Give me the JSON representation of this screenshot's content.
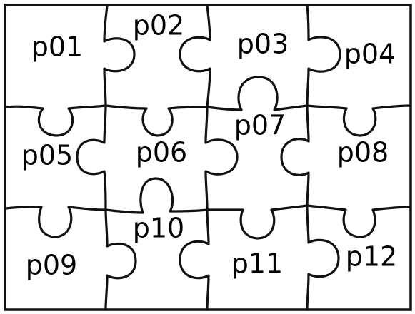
{
  "puzzle": {
    "rows": 3,
    "cols": 4,
    "pieces": [
      {
        "id": "p01",
        "label": "p01"
      },
      {
        "id": "p02",
        "label": "p02"
      },
      {
        "id": "p03",
        "label": "p03"
      },
      {
        "id": "p04",
        "label": "p04"
      },
      {
        "id": "p05",
        "label": "p05"
      },
      {
        "id": "p06",
        "label": "p06"
      },
      {
        "id": "p07",
        "label": "p07"
      },
      {
        "id": "p08",
        "label": "p08"
      },
      {
        "id": "p09",
        "label": "p09"
      },
      {
        "id": "p10",
        "label": "p10"
      },
      {
        "id": "p11",
        "label": "p11"
      },
      {
        "id": "p12",
        "label": "p12"
      }
    ],
    "colors": {
      "outline": "#111111",
      "background": "#ffffff",
      "text": "#000000"
    }
  }
}
